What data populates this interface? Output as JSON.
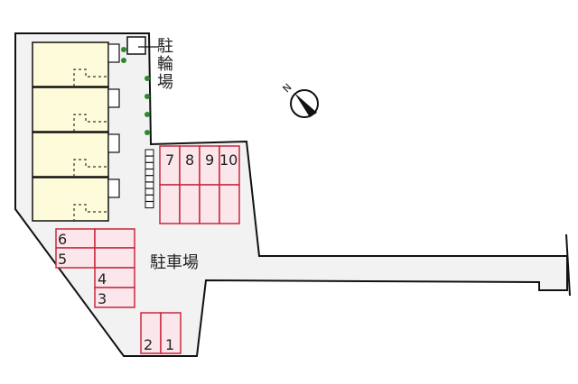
{
  "labels": {
    "bicycle_parking": [
      "駐",
      "輪",
      "場"
    ],
    "parking_lot": "駐車場"
  },
  "parking_spaces": [
    "1",
    "2",
    "3",
    "4",
    "5",
    "6",
    "7",
    "8",
    "9",
    "10"
  ],
  "compass": {
    "north_label": "N"
  },
  "colors": {
    "lot": "#f2f2f2",
    "building": "#fdfbd9",
    "parking_fill": "#fbe6ec",
    "parking_line": "#c8283c",
    "tree": "#2b8a2b",
    "outline": "#111111"
  }
}
